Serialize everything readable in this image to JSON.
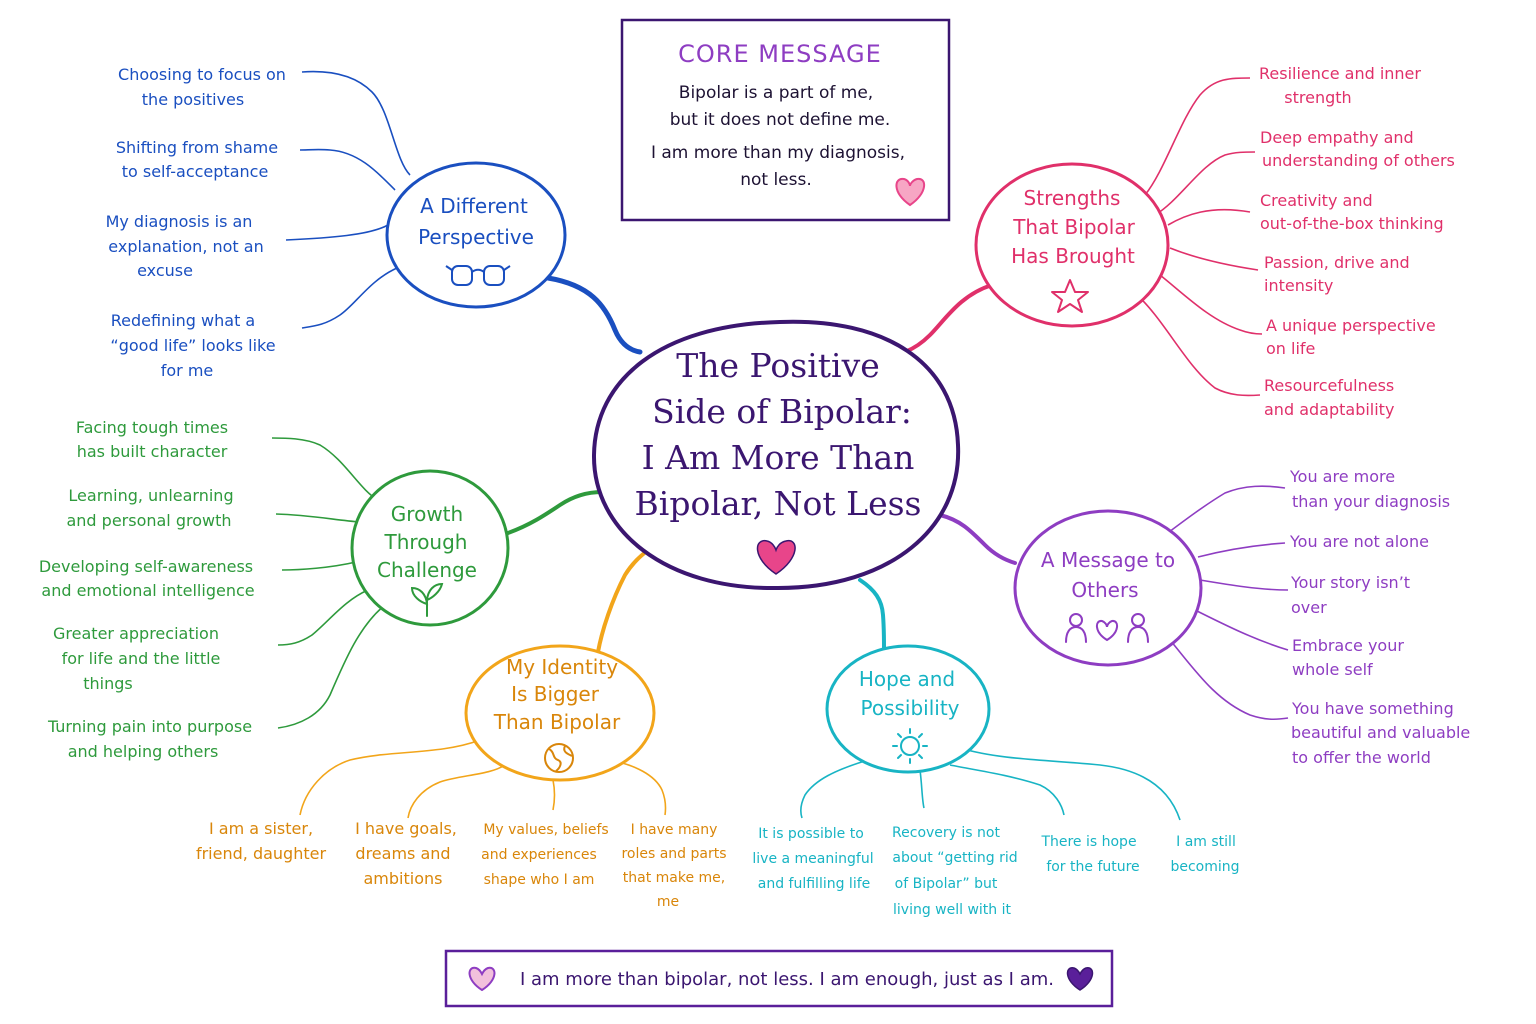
{
  "colors": {
    "center": "#3b1670",
    "perspective": "#1a4fc0",
    "strengths": "#e0306a",
    "growth": "#2e9a3c",
    "identity": "#f2a51a",
    "identity_text": "#d9860a",
    "hope": "#18b4c4",
    "message": "#8e3dc2",
    "core_title": "#8e3dc2",
    "heart_pink": "#e8458a",
    "heart_purple": "#5a1f9a"
  },
  "core_message": {
    "title": "CORE MESSAGE",
    "lines": [
      "Bipolar is a part of me,",
      "but it does not define me.",
      "I am more than my diagnosis,",
      "not less."
    ],
    "icon": "heart-icon"
  },
  "center": {
    "lines": [
      "The Positive",
      "Side of Bipolar:",
      "I Am More Than",
      "Bipolar, Not Less"
    ],
    "icon": "heart-icon"
  },
  "perspective": {
    "title": [
      "A Different",
      "Perspective"
    ],
    "icon": "glasses-icon",
    "items": [
      [
        "Choosing to focus on",
        "the positives"
      ],
      [
        "Shifting from shame",
        "to self-acceptance"
      ],
      [
        "My diagnosis is an",
        "explanation, not an",
        "excuse"
      ],
      [
        "Redefining what a",
        "“good life” looks like",
        "for me"
      ]
    ]
  },
  "strengths": {
    "title": [
      "Strengths",
      "That Bipolar",
      "Has Brought"
    ],
    "icon": "star-icon",
    "items": [
      [
        "Resilience and inner",
        "strength"
      ],
      [
        "Deep empathy and",
        "understanding of others"
      ],
      [
        "Creativity and",
        "out-of-the-box thinking"
      ],
      [
        "Passion, drive and",
        "intensity"
      ],
      [
        "A unique perspective",
        "on life"
      ],
      [
        "Resourcefulness",
        "and adaptability"
      ]
    ]
  },
  "growth": {
    "title": [
      "Growth",
      "Through",
      "Challenge"
    ],
    "icon": "sprout-icon",
    "items": [
      [
        "Facing tough times",
        "has built character"
      ],
      [
        "Learning, unlearning",
        "and personal growth"
      ],
      [
        "Developing self-awareness",
        "and emotional intelligence"
      ],
      [
        "Greater appreciation",
        "for life and the little",
        "things"
      ],
      [
        "Turning pain into purpose",
        "and helping others"
      ]
    ]
  },
  "message": {
    "title": [
      "A Message to",
      "Others"
    ],
    "icon": "people-heart-icon",
    "items": [
      [
        "You are more",
        "than your diagnosis"
      ],
      [
        "You are not alone"
      ],
      [
        "Your story isn’t",
        "over"
      ],
      [
        "Embrace your",
        "whole self"
      ],
      [
        "You have something",
        "beautiful and valuable",
        "to offer the world"
      ]
    ]
  },
  "identity": {
    "title": [
      "My Identity",
      "Is Bigger",
      "Than Bipolar"
    ],
    "icon": "globe-icon",
    "items": [
      [
        "I am a sister,",
        "friend, daughter"
      ],
      [
        "I have goals,",
        "dreams and",
        "ambitions"
      ],
      [
        "My values, beliefs",
        "and experiences",
        "shape who I am"
      ],
      [
        "I have many",
        "roles and parts",
        "that make me,",
        "me"
      ]
    ]
  },
  "hope": {
    "title": [
      "Hope and",
      "Possibility"
    ],
    "icon": "sun-icon",
    "items": [
      [
        "It is possible to",
        "live a meaningful",
        "and fulfilling life"
      ],
      [
        "Recovery is not",
        "about “getting rid",
        "of Bipolar” but",
        "living well with it"
      ],
      [
        "There is hope",
        "for the future"
      ],
      [
        "I am still",
        "becoming"
      ]
    ]
  },
  "footer": {
    "text": "I am more than bipolar, not less. I am enough, just as I am."
  }
}
